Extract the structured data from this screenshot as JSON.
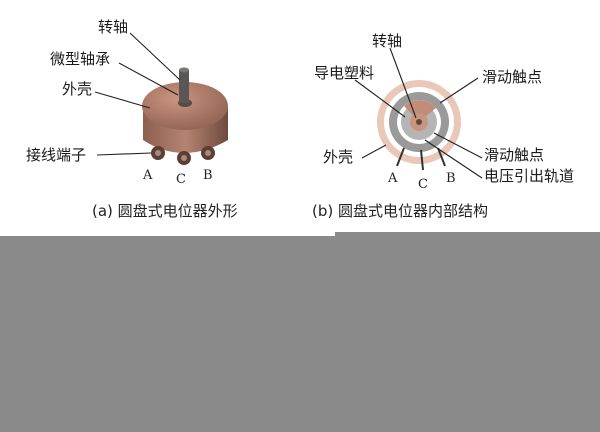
{
  "left": {
    "labels": {
      "shaft": "转轴",
      "bearing": "微型轴承",
      "housing": "外壳",
      "terminals": "接线端子"
    },
    "pins": [
      "A",
      "C",
      "B"
    ],
    "caption": "(a) 圆盘式电位器外形"
  },
  "right": {
    "labels": {
      "shaft": "转轴",
      "plastic": "导电塑料",
      "contact_top": "滑动触点",
      "housing": "外壳",
      "contact_bottom": "滑动触点",
      "track": "电压引出轨道"
    },
    "pins": [
      "A",
      "C",
      "B"
    ],
    "caption": "(b) 圆盘式电位器内部结构"
  },
  "colors": {
    "body": "#b07e6b",
    "body_dark": "#7c5244",
    "ring": "#e9c8b8",
    "track_gray": "#9a9a9a",
    "panel_gray": "#8a8a8a"
  }
}
